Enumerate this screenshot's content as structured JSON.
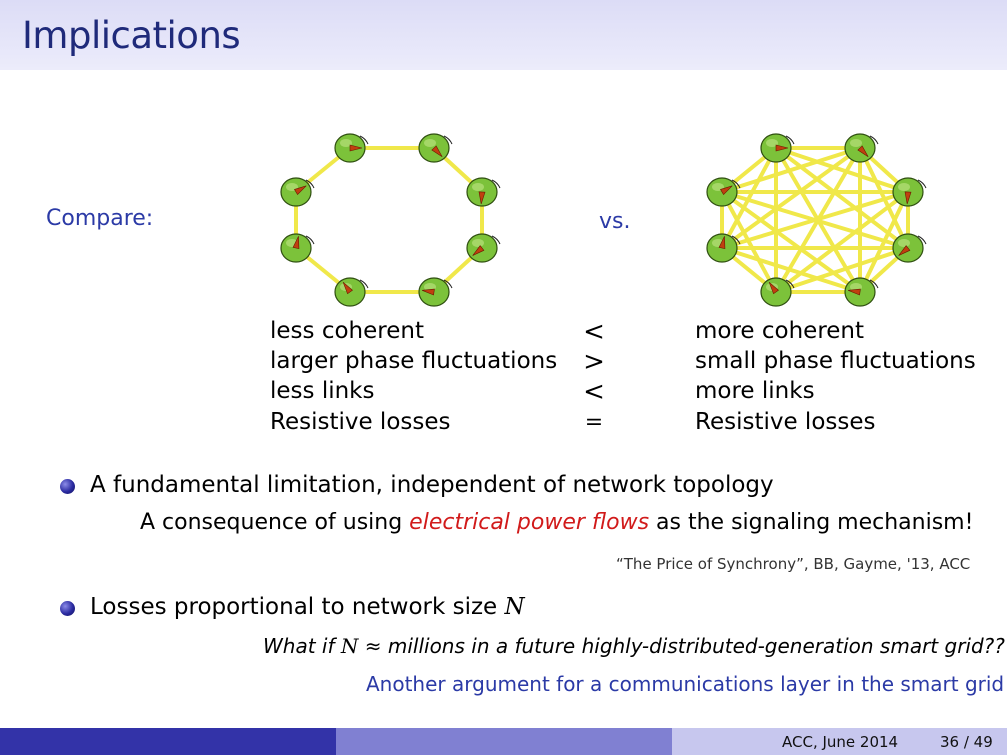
{
  "slide": {
    "title": "Implications",
    "compare_label": "Compare:",
    "vs_label": "vs."
  },
  "comparison": [
    {
      "left": "less coherent",
      "symbol": "<",
      "right": "more coherent"
    },
    {
      "left": "larger phase fluctuations",
      "symbol": ">",
      "right": "small phase fluctuations"
    },
    {
      "left": "less links",
      "symbol": "<",
      "right": "more links"
    },
    {
      "left": "Resistive losses",
      "symbol": "=",
      "right": "Resistive losses"
    }
  ],
  "bullets": {
    "b1": "A fundamental limitation, independent of network topology",
    "b1_sub_prefix": "A consequence of using ",
    "b1_sub_highlight": "electrical power flows",
    "b1_sub_suffix": "  as the signaling mechanism!",
    "reference": "“The Price of Synchrony”,  BB, Gayme, '13, ACC",
    "b2_prefix": "Losses proportional to network size ",
    "b2_var": "N",
    "b2_q_prefix": "What if ",
    "b2_q_var": "N",
    "b2_q_approx": " ≈ ",
    "b2_q_suffix": "millions in a future highly-distributed-generation smart grid??",
    "b2_note": "Another argument for a communications layer in the smart grid"
  },
  "footer": {
    "venue": "ACC, June 2014",
    "page": "36 / 49"
  },
  "colors": {
    "header_text": "#1f2a7a",
    "accent_blue": "#2b3aa6",
    "highlight_red": "#d11a1a",
    "node_green": "#7cc23a",
    "edge_yellow": "#f0e84a"
  },
  "icons": {
    "ring_network": "ring-network-diagram",
    "complete_network": "complete-network-diagram",
    "bullet": "bullet-ball-icon"
  }
}
